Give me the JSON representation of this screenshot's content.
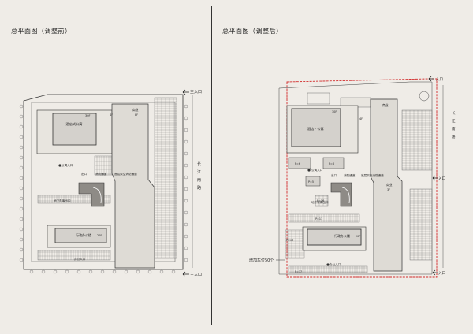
{
  "left": {
    "title": "总平面图（调整前）",
    "labels": {
      "main_entrance_top": "主入口",
      "main_entrance_bottom": "主入口",
      "hotel": "酒店式公寓",
      "hotel_floors": "30F",
      "commercial": "商业",
      "commercial_floors": "8F",
      "commercial_left_floors": "4F",
      "apartment_entry": "公寓入口",
      "exit": "出口",
      "fire_lane": "消防通道",
      "elevated_fire_lane": "底层架空消防通道",
      "ramp": "地下车库出口",
      "office": "行政办公楼",
      "office_floors": "20F",
      "office_entry": "办公入口",
      "road_1": "长",
      "road_2": "江",
      "road_3": "南",
      "road_4": "路"
    }
  },
  "right": {
    "title": "总平面图（调整后）",
    "labels": {
      "entrance_top": "入口",
      "entrance_mid": "入口",
      "entrance_bottom": "入口",
      "hotel": "酒店 · 公寓",
      "hotel_floors": "30F",
      "commercial": "商业",
      "commercial_floors": "4F",
      "commercial2": "商业",
      "commercial2_floors": "3F",
      "apartment_entry": "公寓入口",
      "exit": "出口",
      "fire_lane": "消防通道",
      "elevated_fire_lane": "底层架空消防通道",
      "ramp": "地下车库出口",
      "office": "行政办公楼",
      "office_floors": "20F",
      "office_entry": "办公入口",
      "p6": "P=6",
      "p8": "P=8",
      "p5": "P=5",
      "p11": "P=11",
      "p17": "P=17",
      "p15": "P=15",
      "p16": "P=16",
      "note": "增加车位50个",
      "road_1": "长",
      "road_2": "江",
      "road_3": "南",
      "road_4": "路"
    }
  },
  "colors": {
    "line": "#333333",
    "red_boundary": "#d22b2b",
    "building_fill": "#d4d1cc",
    "dark_building": "#8e8b86",
    "bg": "#efece7"
  }
}
